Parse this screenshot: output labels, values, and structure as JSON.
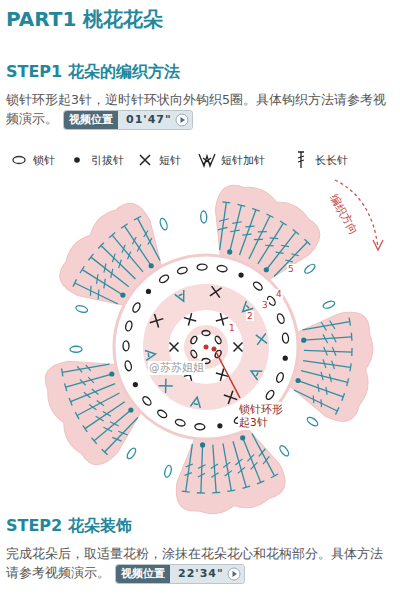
{
  "diagram": {
    "title": "PART1 桃花花朵",
    "nodes": [
      {
        "text": [
          "视频位置",
          "01'47\""
        ]
      },
      {
        "text": [
          "视频位置",
          "22'34\""
        ]
      }
    ],
    "labels": [
      "STEP1 花朵的编织方法",
      "锁针环形起3针，逆时针环状向外钩织5圈。具体钩织方法请参考视频演示。",
      "编织方向",
      "1",
      "2",
      "3",
      "4",
      "5",
      "锁针环形起3针",
      "@苏苏姐姐",
      "STEP2 花朵装饰",
      "完成花朵后，取适量花粉，涂抹在花朵花心和花柄部分。具体方法请参考视频演示。"
    ],
    "legend": [
      {
        "text": "锁针"
      },
      {
        "text": "引拔针"
      },
      {
        "text": "短针"
      },
      {
        "text": "短针加针"
      },
      {
        "text": "长长针"
      }
    ]
  }
}
